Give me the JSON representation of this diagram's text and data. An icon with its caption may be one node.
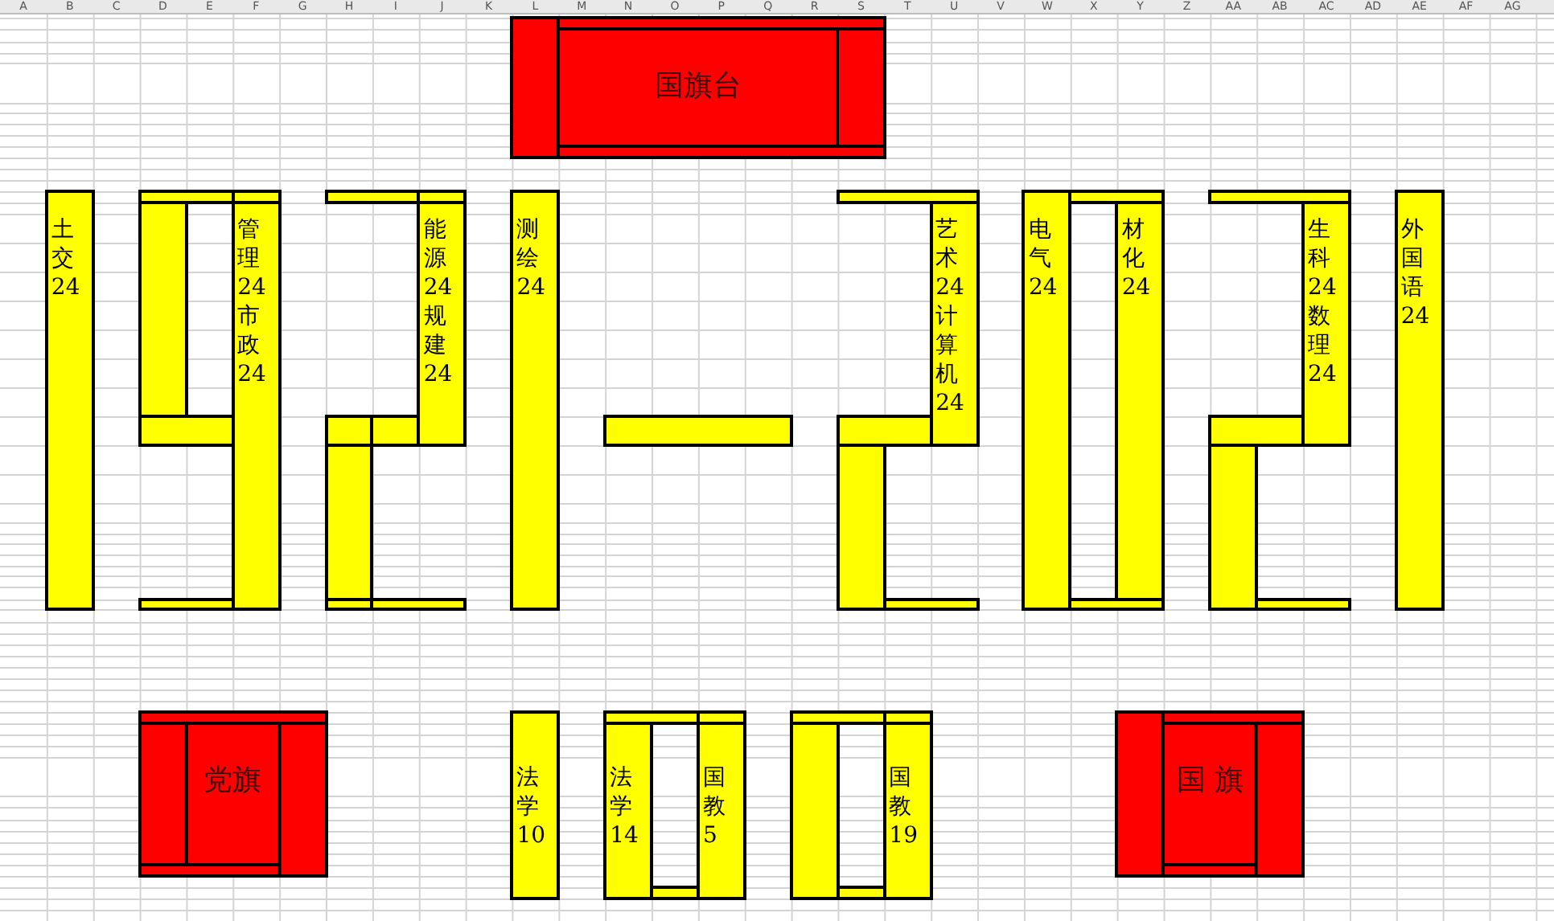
{
  "diagram": {
    "nodes": [
      {
        "text": [
          "国旗台"
        ]
      },
      {
        "text": [
          "土交24"
        ]
      },
      {
        "text": [],
        "shape": "bar"
      },
      {
        "text": [],
        "shape": "bar"
      },
      {
        "text": [],
        "shape": "bar"
      },
      {
        "text": [
          "管理24市政24"
        ]
      },
      {
        "text": [],
        "shape": "bar"
      },
      {
        "text": [],
        "shape": "bar"
      },
      {
        "text": [],
        "shape": "bar"
      },
      {
        "text": [],
        "shape": "bar"
      },
      {
        "text": [
          "能源24规建24"
        ]
      },
      {
        "text": [],
        "shape": "bar"
      },
      {
        "text": [],
        "shape": "bar"
      },
      {
        "text": [],
        "shape": "bar"
      },
      {
        "text": [],
        "shape": "bar"
      },
      {
        "text": [],
        "shape": "bar"
      },
      {
        "text": [
          "测绘24"
        ]
      },
      {
        "text": [],
        "shape": "bar"
      },
      {
        "text": [],
        "shape": "bar"
      },
      {
        "text": [
          "艺术24计算机24"
        ]
      },
      {
        "text": [],
        "shape": "bar"
      },
      {
        "text": [],
        "shape": "bar"
      },
      {
        "text": [],
        "shape": "bar"
      },
      {
        "text": [
          "电气24"
        ]
      },
      {
        "text": [],
        "shape": "bar"
      },
      {
        "text": [
          "材化24"
        ]
      },
      {
        "text": [],
        "shape": "bar"
      },
      {
        "text": [],
        "shape": "bar"
      },
      {
        "text": [
          "生科24数理24"
        ]
      },
      {
        "text": [],
        "shape": "bar"
      },
      {
        "text": [],
        "shape": "bar"
      },
      {
        "text": [],
        "shape": "bar"
      },
      {
        "text": [
          "外国语24"
        ]
      },
      {
        "text": [
          "党旗"
        ]
      },
      {
        "text": [
          "法学10"
        ]
      },
      {
        "text": [],
        "shape": "bar"
      },
      {
        "text": [],
        "shape": "bar"
      },
      {
        "text": [
          "法学14"
        ]
      },
      {
        "text": [
          "国教5"
        ]
      },
      {
        "text": [],
        "shape": "bar"
      },
      {
        "text": [],
        "shape": "bar"
      },
      {
        "text": [],
        "shape": "bar"
      },
      {
        "text": [],
        "shape": "bar"
      },
      {
        "text": [
          "国教19"
        ]
      },
      {
        "text": [],
        "shape": "bar"
      },
      {
        "text": [
          "国 旗"
        ]
      }
    ],
    "labels": [
      "A",
      "B",
      "C",
      "D",
      "E",
      "F",
      "G",
      "H",
      "I",
      "J",
      "K",
      "L",
      "M",
      "N",
      "O",
      "P",
      "Q",
      "R",
      "S",
      "T",
      "U",
      "V",
      "W",
      "X",
      "Y",
      "Z",
      "AA",
      "AB",
      "AC",
      "AD",
      "AE",
      "AF",
      "AG"
    ]
  }
}
